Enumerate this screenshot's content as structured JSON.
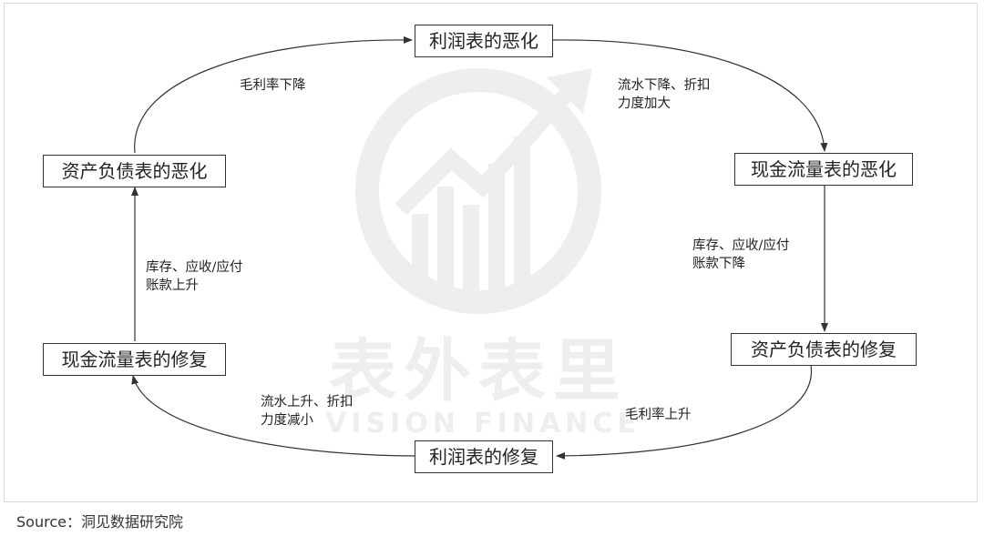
{
  "nodes": {
    "profit_worsen": "利润表的恶化",
    "cashflow_worsen": "现金流量表的恶化",
    "balance_repair": "资产负债表的修复",
    "profit_repair": "利润表的修复",
    "cashflow_repair": "现金流量表的修复",
    "balance_worsen": "资产负债表的恶化"
  },
  "edges": {
    "top_left": "毛利率下降",
    "top_right_line1": "流水下降、折扣",
    "top_right_line2": "力度加大",
    "right_line1": "库存、应收/应付",
    "right_line2": "账款下降",
    "bottom_right": "毛利率上升",
    "bottom_left_line1": "流水上升、折扣",
    "bottom_left_line2": "力度减小",
    "left_line1": "库存、应收/应付",
    "left_line2": "账款上升"
  },
  "watermark": {
    "cn": "表外表里",
    "en": "VISION FINANCE"
  },
  "source": "Source：洞见数据研究院",
  "colors": {
    "line": "#333333",
    "watermark": "#eeeeee"
  }
}
